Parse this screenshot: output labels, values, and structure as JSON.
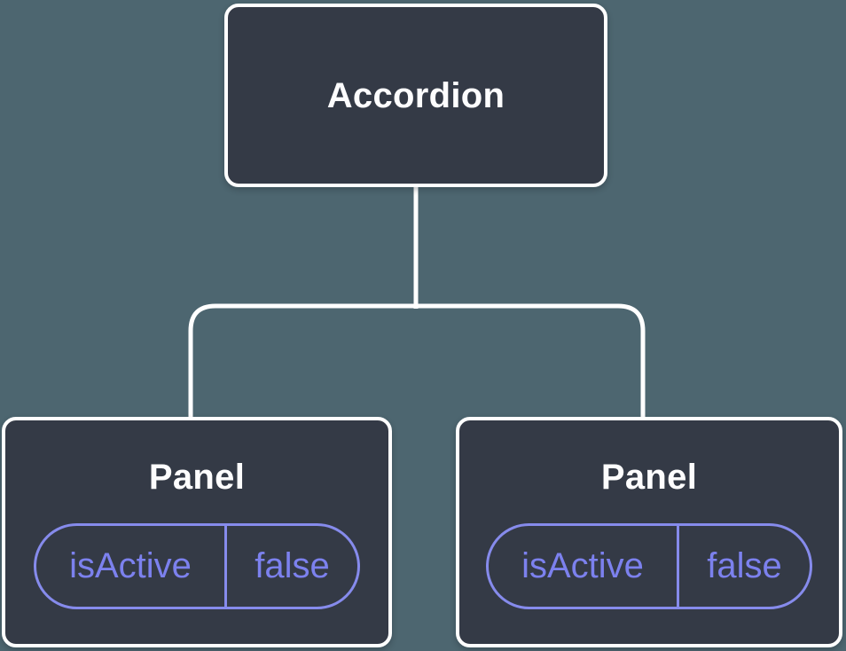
{
  "diagram": {
    "root": {
      "label": "Accordion"
    },
    "children": [
      {
        "label": "Panel",
        "state": {
          "key": "isActive",
          "value": "false"
        }
      },
      {
        "label": "Panel",
        "state": {
          "key": "isActive",
          "value": "false"
        }
      }
    ],
    "colors": {
      "background": "#4d6670",
      "node_fill": "#343a46",
      "node_border": "#ffffff",
      "node_text": "#fdfdfe",
      "connector": "#ffffff",
      "state_border": "#868bec",
      "state_text": "#7c81ee"
    }
  }
}
